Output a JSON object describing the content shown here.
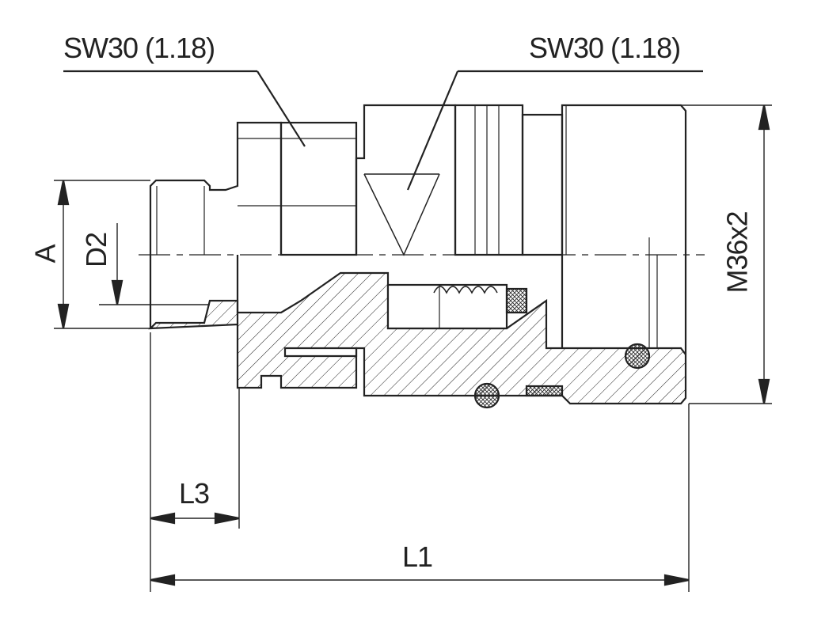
{
  "drawing": {
    "labels": {
      "sw_left": "SW30 (1.18)",
      "sw_right": "SW30 (1.18)",
      "dim_a": "A",
      "dim_d2": "D2",
      "dim_thread": "M36x2",
      "dim_l3": "L3",
      "dim_l1": "L1"
    },
    "colors": {
      "line": "#222222",
      "background": "#ffffff"
    }
  }
}
